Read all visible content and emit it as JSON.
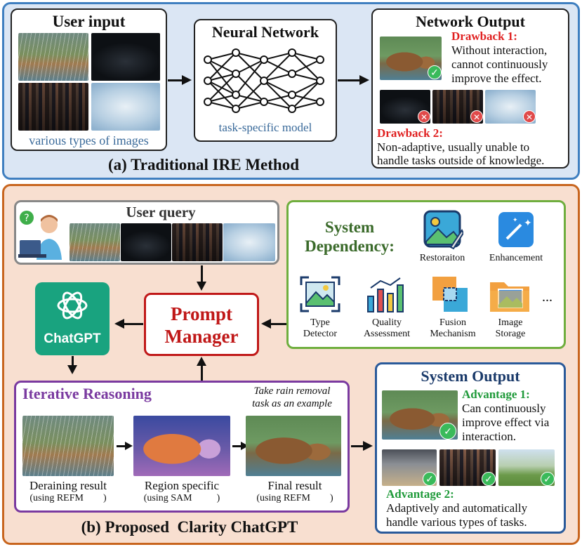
{
  "panel_a": {
    "caption": "(a) Traditional IRE Method",
    "user_input": {
      "title": "User input",
      "caption": "various types of images"
    },
    "network": {
      "title": "Neural Network",
      "caption": "task-specific model"
    },
    "output": {
      "title": "Network Output",
      "drawback1_title": "Drawback 1:",
      "drawback1_text": [
        "Without interaction,",
        "cannot continuously",
        "improve the effect."
      ],
      "drawback2_title": "Drawback 2:",
      "drawback2_text": [
        "Non-adaptive, usually unable to",
        "handle tasks outside of knowledge."
      ]
    }
  },
  "panel_b": {
    "caption": "(b) Proposed  Clarity ChatGPT",
    "user_query": {
      "title": "User query"
    },
    "chatgpt": {
      "label": "ChatGPT"
    },
    "prompt_manager": {
      "line1": "Prompt",
      "line2": "Manager"
    },
    "system_dependency": {
      "title_line1": "System",
      "title_line2": "Dependency:",
      "items": [
        {
          "label": "Restoraiton",
          "icon": "restoration-icon"
        },
        {
          "label": "Enhancement",
          "icon": "enhancement-icon"
        },
        {
          "label": "Type\nDetector",
          "icon": "type-detector-icon"
        },
        {
          "label": "Quality\nAssessment",
          "icon": "quality-assessment-icon"
        },
        {
          "label": "Fusion\nMechanism",
          "icon": "fusion-mechanism-icon"
        },
        {
          "label": "Image\nStorage",
          "icon": "image-storage-icon"
        }
      ],
      "ellipsis": "..."
    },
    "iterative": {
      "title": "Iterative Reasoning",
      "note_line1": "Take rain removal",
      "note_line2": "task as an example",
      "steps": [
        {
          "label": "Deraining result",
          "sub": "(using REFM        )"
        },
        {
          "label": "Region specific",
          "sub": "(using SAM          )"
        },
        {
          "label": "Final result",
          "sub": "(using REFM        )"
        }
      ]
    },
    "system_output": {
      "title": "System Output",
      "adv1_title": "Advantage 1:",
      "adv1_text": [
        "Can continuously",
        "improve effect via",
        "interaction."
      ],
      "adv2_title": "Advantage 2:",
      "adv2_text": [
        "Adaptively and automatically",
        "handle various types of tasks."
      ]
    }
  },
  "colors": {
    "panel_a_border": "#3f7fc0",
    "panel_b_border": "#c8651e",
    "prompt_manager": "#c01818",
    "chatgpt_bg": "#19a37f",
    "iterative_border": "#7a3aa0",
    "dependency_border": "#6fae3e"
  }
}
